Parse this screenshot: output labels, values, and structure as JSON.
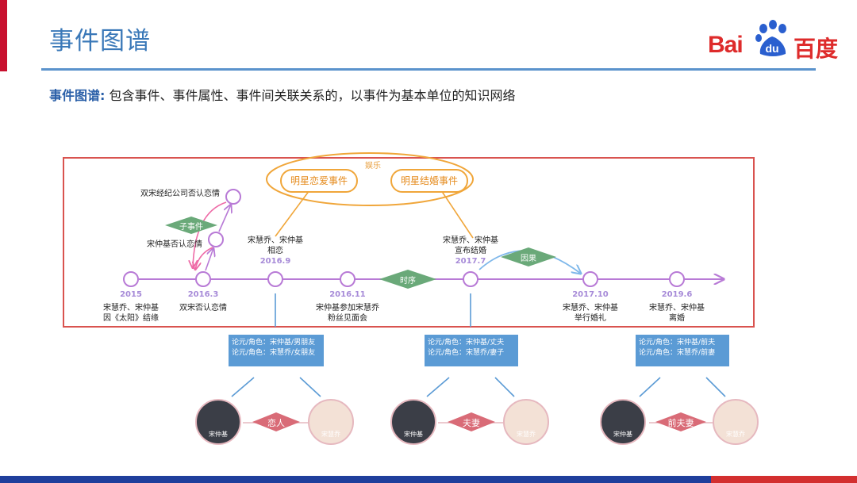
{
  "header": {
    "title": "事件图谱",
    "logo_left": "Bai",
    "logo_paw": "du",
    "logo_right": "百度"
  },
  "subtitle": {
    "label": "事件图谱:",
    "text": " 包含事件、事件属性、事件间关联关系的，以事件为基本单位的知识网络"
  },
  "colors": {
    "accent_blue": "#3a78b8",
    "red_frame": "#d9534f",
    "timeline_purple": "#b87ad6",
    "orange": "#f0a63a",
    "green_diamond": "#6aa979",
    "info_box": "#5b9bd5",
    "relation_diamond": "#d96b77"
  },
  "diagram": {
    "entertainment_label": "娱乐",
    "concepts": [
      "明星恋爱事件",
      "明星结婚事件"
    ],
    "sub_event_label": "子事件",
    "time_order_label": "时序",
    "causal_label": "因果",
    "sub_events": [
      {
        "text": "双宋经纪公司否认恋情"
      },
      {
        "text": "宋仲基否认恋情"
      }
    ],
    "timeline": [
      {
        "date": "2015",
        "desc": [
          "宋慧乔、宋仲基",
          "因《太阳》结缘"
        ]
      },
      {
        "date": "2016.3",
        "desc": [
          "双宋否认恋情"
        ]
      },
      {
        "date": "2016.9",
        "desc": [
          "宋慧乔、宋仲基",
          "相恋"
        ]
      },
      {
        "date": "2016.11",
        "desc": [
          "宋仲基参加宋慧乔",
          "粉丝见面会"
        ]
      },
      {
        "date": "2017.7",
        "desc": [
          "宋慧乔、宋仲基",
          "宣布结婚"
        ]
      },
      {
        "date": "2017.10",
        "desc": [
          "宋慧乔、宋仲基",
          "举行婚礼"
        ]
      },
      {
        "date": "2019.6",
        "desc": [
          "宋慧乔、宋仲基",
          "离婚"
        ]
      }
    ],
    "info_boxes": [
      {
        "lines": [
          "论元/角色：宋仲基/男朋友",
          "论元/角色：宋慧乔/女朋友"
        ],
        "relation": "恋人"
      },
      {
        "lines": [
          "论元/角色：宋仲基/丈夫",
          "论元/角色：宋慧乔/妻子"
        ],
        "relation": "夫妻"
      },
      {
        "lines": [
          "论元/角色：宋仲基/前夫",
          "论元/角色：宋慧乔/前妻"
        ],
        "relation": "前夫妻"
      }
    ],
    "people": {
      "male": "宋仲基",
      "female": "宋慧乔"
    }
  }
}
